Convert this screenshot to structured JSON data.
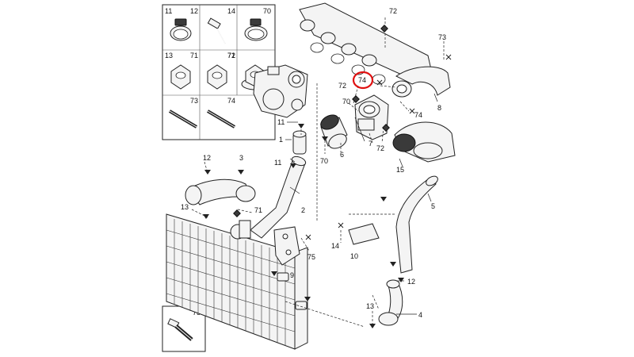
{
  "legend": {
    "cells": [
      {
        "labels": [
          "11",
          "12"
        ],
        "icon": "hose-clamp-icon"
      },
      {
        "labels": [
          "14"
        ],
        "icon": "bolt-icon"
      },
      {
        "labels": [
          "70"
        ],
        "icon": "band-clamp-icon"
      },
      {
        "labels": [
          "13"
        ],
        "icon": "nut-icon"
      },
      {
        "labels": [
          "71"
        ],
        "icon": "nut-icon"
      },
      {
        "labels": [
          "72"
        ],
        "icon": "flange-nut-icon"
      },
      {
        "labels": [
          "73"
        ],
        "icon": "stud-icon"
      },
      {
        "labels": [
          "74"
        ],
        "icon": "stud-icon"
      }
    ],
    "box75": {
      "label": "75",
      "icon": "bolt-icon"
    }
  },
  "callouts": {
    "n1": "1",
    "n2": "2",
    "n3": "3",
    "n4": "4",
    "n5": "5",
    "n6": "6",
    "n7": "7",
    "n8": "8",
    "n9": "9",
    "n10": "10",
    "n11a": "11",
    "n11b": "11",
    "n12a": "12",
    "n12b": "12",
    "n13a": "13",
    "n13b": "13",
    "n14": "14",
    "n15": "15",
    "n70a": "70",
    "n70b": "70",
    "n71": "71",
    "n72a": "72",
    "n72b": "72",
    "n72c": "72",
    "n73": "73",
    "n74a": "74",
    "n74b": "74",
    "n75": "75"
  },
  "highlight": {
    "label": "74",
    "color": "#e01010"
  }
}
